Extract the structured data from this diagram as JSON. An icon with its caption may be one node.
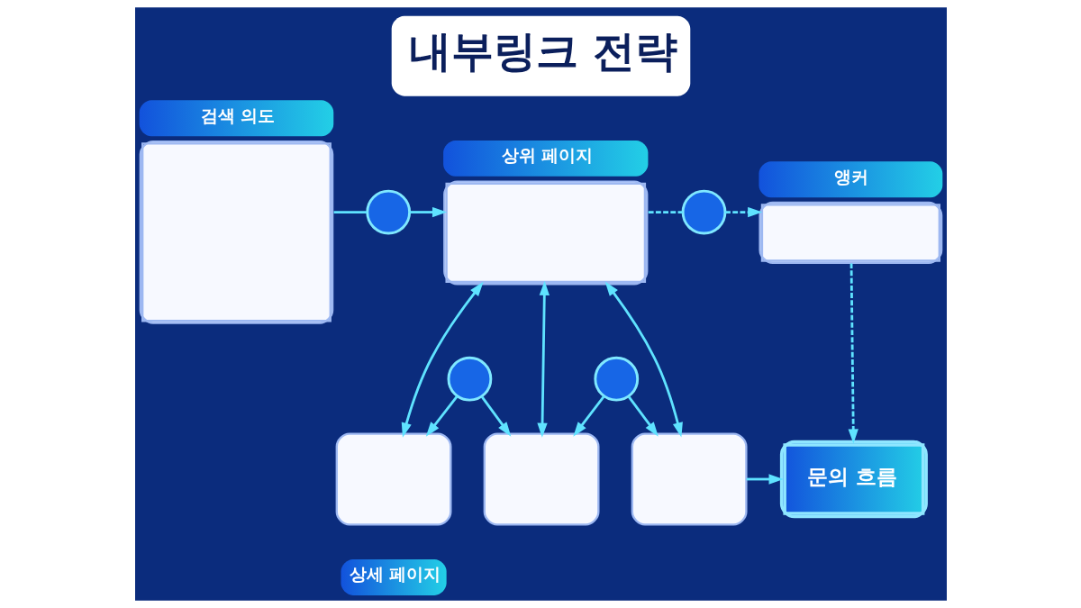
{
  "diagram": {
    "title": "내부링크 전략",
    "nodes": [
      {
        "text": [
          "검색 의도"
        ]
      },
      {
        "text": [],
        "shape": "circle"
      },
      {
        "text": [
          "상위 페이지"
        ]
      },
      {
        "text": [],
        "shape": "circle"
      },
      {
        "text": [
          "앵커"
        ]
      },
      {
        "text": [],
        "shape": "box"
      },
      {
        "text": [],
        "shape": "circle"
      },
      {
        "text": [],
        "shape": "box"
      },
      {
        "text": [],
        "shape": "circle"
      },
      {
        "text": [],
        "shape": "box"
      },
      {
        "text": [
          "문의 흐름"
        ]
      },
      {
        "text": [
          "상세 페이지"
        ]
      }
    ],
    "edges": [
      {
        "from": 0,
        "to": 1,
        "arrow": "none"
      },
      {
        "from": 1,
        "to": 2,
        "arrow": "to"
      },
      {
        "from": 2,
        "to": 3,
        "arrow": "none",
        "style": "dashed"
      },
      {
        "from": 3,
        "to": 4,
        "arrow": "to",
        "style": "dashed"
      },
      {
        "from": 2,
        "to": 5,
        "arrow": "both"
      },
      {
        "from": 2,
        "to": 7,
        "arrow": "both"
      },
      {
        "from": 2,
        "to": 9,
        "arrow": "both"
      },
      {
        "from": 6,
        "to": 5,
        "arrow": "to"
      },
      {
        "from": 6,
        "to": 7,
        "arrow": "to"
      },
      {
        "from": 8,
        "to": 7,
        "arrow": "to"
      },
      {
        "from": 8,
        "to": 9,
        "arrow": "to"
      },
      {
        "from": 9,
        "to": 10,
        "arrow": "to"
      },
      {
        "from": 4,
        "to": 10,
        "arrow": "to",
        "style": "dashed"
      }
    ]
  }
}
